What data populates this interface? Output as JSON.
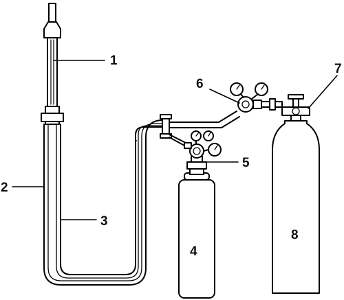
{
  "labels": {
    "l1": "1",
    "l2": "2",
    "l3": "3",
    "l4": "4",
    "l5": "5",
    "l6": "6",
    "l7": "7",
    "l8": "8"
  },
  "colors": {
    "stroke": "#000000",
    "fill": "#ffffff",
    "text": "#111111"
  }
}
